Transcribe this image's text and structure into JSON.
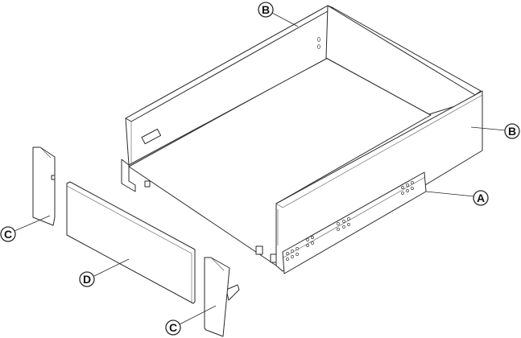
{
  "labels": {
    "rail": "A",
    "side_top": "B",
    "side_right": "B",
    "cap_left": "C",
    "cap_right": "C",
    "front_panel": "D"
  },
  "colors": {
    "line": "#2a2a2a",
    "background": "#ffffff"
  }
}
